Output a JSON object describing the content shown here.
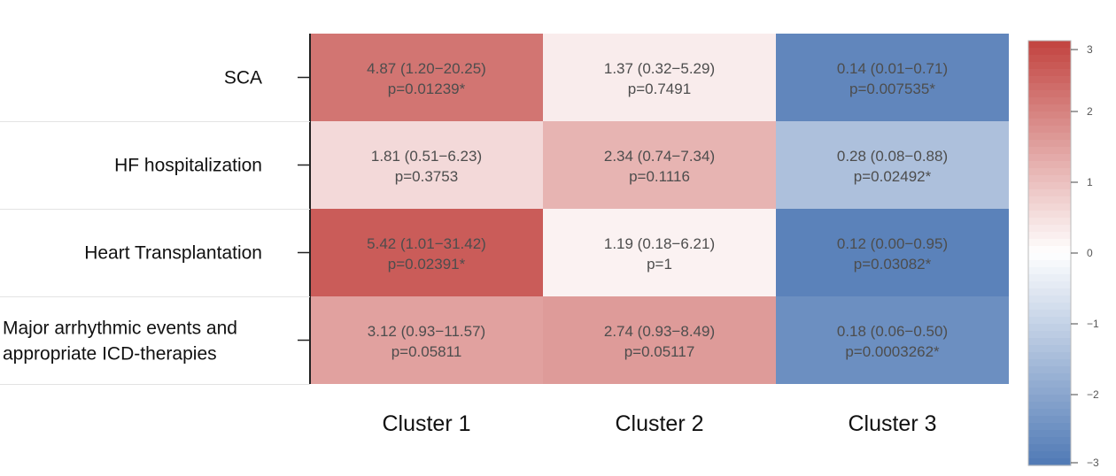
{
  "chart_data": {
    "type": "heatmap",
    "rows": [
      {
        "label_lines": [
          "SCA"
        ]
      },
      {
        "label_lines": [
          "HF hospitalization"
        ]
      },
      {
        "label_lines": [
          "Heart Transplantation"
        ]
      },
      {
        "label_lines": [
          "Major arrhythmic events and",
          "appropriate ICD-therapies"
        ]
      }
    ],
    "columns": [
      "Cluster 1",
      "Cluster 2",
      "Cluster 3"
    ],
    "cells": [
      [
        {
          "estimate": "4.87 (1.20−20.25)",
          "p": "p=0.01239*",
          "z": 2.2
        },
        {
          "estimate": "1.37 (0.32−5.29)",
          "p": "p=0.7491",
          "z": 0.3
        },
        {
          "estimate": "0.14 (0.01−0.71)",
          "p": "p=0.007535*",
          "z": -2.7
        }
      ],
      [
        {
          "estimate": "1.81 (0.51−6.23)",
          "p": "p=0.3753",
          "z": 0.6
        },
        {
          "estimate": "2.34 (0.74−7.34)",
          "p": "p=0.1116",
          "z": 1.2
        },
        {
          "estimate": "0.28 (0.08−0.88)",
          "p": "p=0.02492*",
          "z": -1.4
        }
      ],
      [
        {
          "estimate": "5.42 (1.01−31.42)",
          "p": "p=0.02391*",
          "z": 2.6
        },
        {
          "estimate": "1.19 (0.18−6.21)",
          "p": "p=1",
          "z": 0.2
        },
        {
          "estimate": "0.12 (0.00−0.95)",
          "p": "p=0.03082*",
          "z": -2.8
        }
      ],
      [
        {
          "estimate": "3.12 (0.93−11.57)",
          "p": "p=0.05811",
          "z": 1.5
        },
        {
          "estimate": "2.74 (0.93−8.49)",
          "p": "p=0.05117",
          "z": 1.6
        },
        {
          "estimate": "0.18 (0.06−0.50)",
          "p": "p=0.0003262*",
          "z": -2.5
        }
      ]
    ],
    "colorbar": {
      "range": [
        -3,
        3
      ],
      "ticks": [
        3,
        2,
        1,
        0,
        -1,
        -2,
        -3
      ],
      "tick_labels": [
        "3",
        "2",
        "1",
        "0",
        "−1",
        "−2",
        "−3"
      ],
      "color_low": "#4f79b5",
      "color_mid": "#ffffff",
      "color_high": "#c2433f"
    }
  }
}
